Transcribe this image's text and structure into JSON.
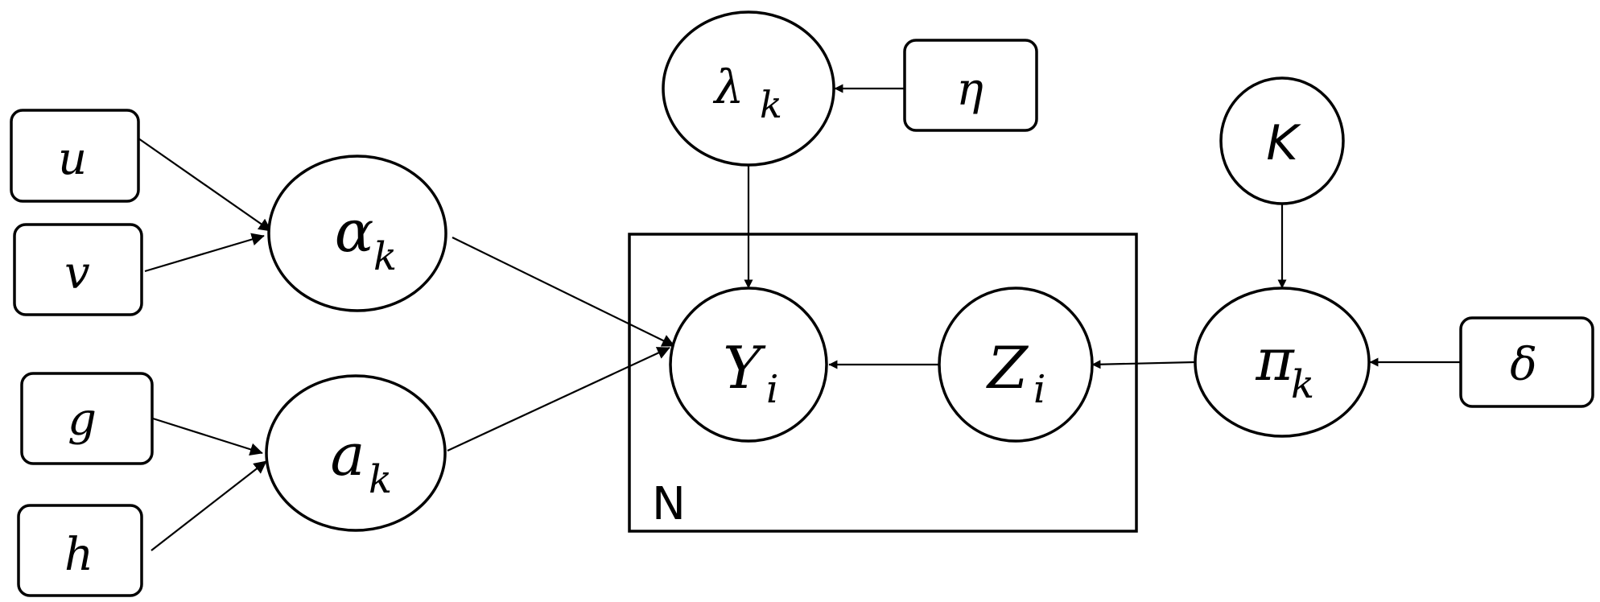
{
  "plate": {
    "label": "N"
  },
  "nodes": {
    "u": {
      "main": "u",
      "sub": ""
    },
    "v": {
      "main": "v",
      "sub": ""
    },
    "g": {
      "main": "g",
      "sub": ""
    },
    "h": {
      "main": "h",
      "sub": ""
    },
    "eta": {
      "main": "η",
      "sub": ""
    },
    "delta": {
      "main": "δ",
      "sub": ""
    },
    "lambda": {
      "main": "λ",
      "sub": "k"
    },
    "K": {
      "main": "K",
      "sub": ""
    },
    "alpha": {
      "main": "α",
      "sub": "k"
    },
    "a": {
      "main": "a",
      "sub": "k"
    },
    "Y": {
      "main": "Y",
      "sub": "i"
    },
    "Z": {
      "main": "Z",
      "sub": "i"
    },
    "pi": {
      "main": "π",
      "sub": "k"
    }
  }
}
